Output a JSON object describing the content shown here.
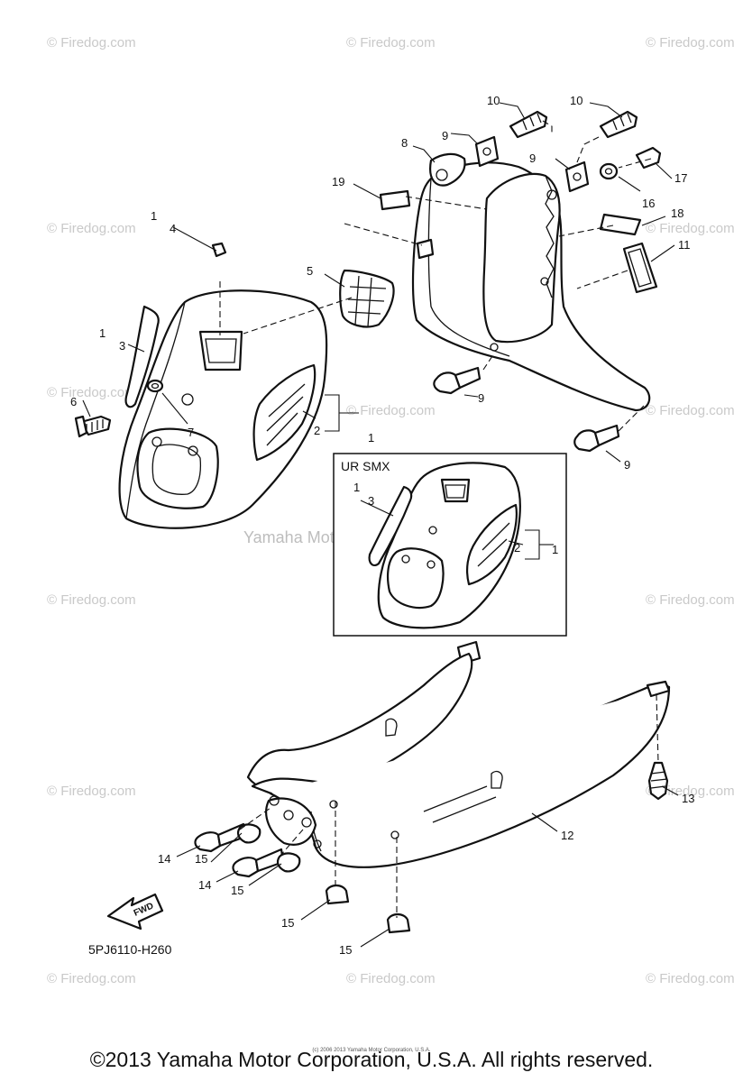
{
  "watermarks": {
    "firedog": "© Firedog.com",
    "center": "Yamaha Motor Corp, U.S.A."
  },
  "callouts": {
    "c1": "1",
    "c2": "2",
    "c3": "3",
    "c4": "4",
    "c5": "5",
    "c6": "6",
    "c7": "7",
    "c8": "8",
    "c9": "9",
    "c10": "10",
    "c11": "11",
    "c12": "12",
    "c13": "13",
    "c14": "14",
    "c15": "15",
    "c16": "16",
    "c17": "17",
    "c18": "18",
    "c19": "19"
  },
  "inset": {
    "title": "UR SMX"
  },
  "fwd_label": "FWD",
  "diagram_code": "5PJ6110-H260",
  "tiny_copyright": "(c) 2006 2013 Yamaha Motor Corporation, U.S.A.",
  "copyright": "©2013 Yamaha Motor Corporation, U.S.A. All rights reserved."
}
